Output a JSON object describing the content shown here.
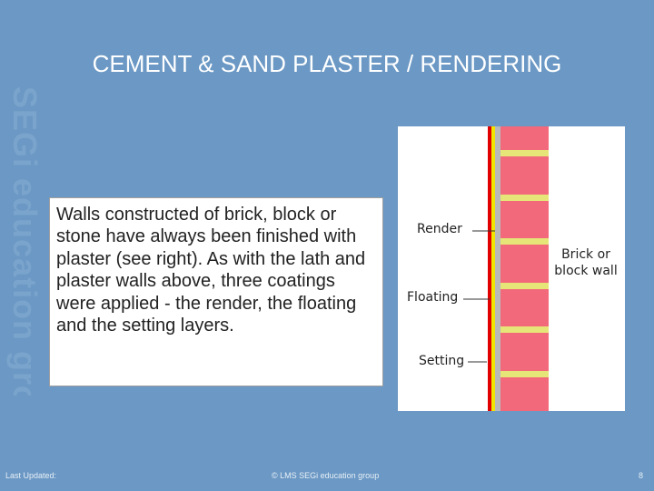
{
  "slide": {
    "title": "CEMENT & SAND PLASTER / RENDERING",
    "watermark": "SEGi education group",
    "body_text": "Walls constructed of brick, block or stone have always been finished with plaster (see right). As with the lath and plaster walls above, three coatings were applied - the render, the floating and the setting layers."
  },
  "diagram": {
    "labels": {
      "render": "Render",
      "floating": "Floating",
      "setting": "Setting",
      "brick_line1": "Brick or",
      "brick_line2": "block wall"
    },
    "colors": {
      "brick": "#f1697a",
      "mortar": "#e6e678",
      "render_layer": "#e00000",
      "floating_layer": "#f2e600",
      "setting_layer": "#b9b9b9"
    }
  },
  "footer": {
    "last_updated": "Last Updated:",
    "copyright": "© LMS SEGi education group",
    "page_number": "8"
  }
}
